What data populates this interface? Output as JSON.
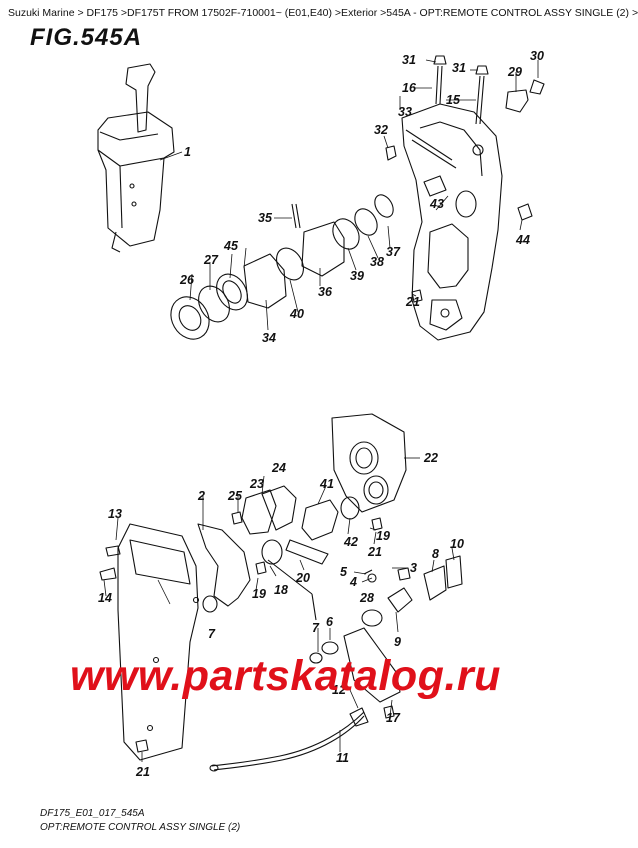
{
  "breadcrumb": "Suzuki Marine > DF175 >DF175T FROM 17502F-710001~ (E01,E40) >Exterior >545A - OPT:REMOTE CONTROL ASSY SINGLE (2) >",
  "figure_title": "FIG.545A",
  "watermark": "www.partskatalog.ru",
  "footer_code": "DF175_E01_017_545A",
  "footer_caption": "OPT:REMOTE CONTROL ASSY SINGLE (2)",
  "callouts": {
    "c1": "1",
    "c2": "2",
    "c3": "3",
    "c4": "4",
    "c5": "5",
    "c6": "6",
    "c7a": "7",
    "c7b": "7",
    "c8": "8",
    "c9": "9",
    "c10": "10",
    "c11": "11",
    "c12": "12",
    "c13": "13",
    "c14": "14",
    "c15": "15",
    "c16": "16",
    "c17": "17",
    "c18": "18",
    "c19a": "19",
    "c19b": "19",
    "c20": "20",
    "c21a": "21",
    "c21b": "21",
    "c21c": "21",
    "c22": "22",
    "c23": "23",
    "c24": "24",
    "c25": "25",
    "c26": "26",
    "c27": "27",
    "c28": "28",
    "c29": "29",
    "c30": "30",
    "c31a": "31",
    "c31b": "31",
    "c32": "32",
    "c33": "33",
    "c34": "34",
    "c35": "35",
    "c36": "36",
    "c37": "37",
    "c38": "38",
    "c39": "39",
    "c40": "40",
    "c41": "41",
    "c42": "42",
    "c43": "43",
    "c44": "44",
    "c45": "45"
  },
  "colors": {
    "line": "#111111",
    "watermark": "#e0101a",
    "background": "#ffffff"
  }
}
